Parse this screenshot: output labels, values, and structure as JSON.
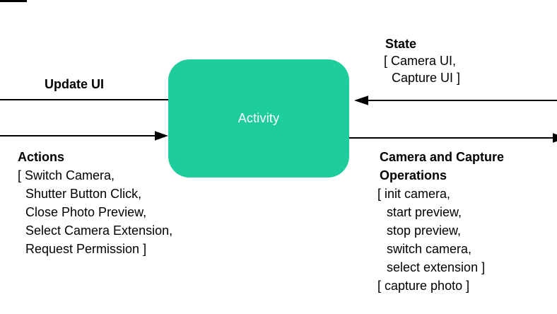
{
  "colors": {
    "background": "#ffffff",
    "box_fill": "#1ECD9B",
    "box_text": "#ffffff",
    "line": "#000000",
    "text": "#000000"
  },
  "box": {
    "label": "Activity"
  },
  "left": {
    "update_ui_label": "Update UI",
    "actions": {
      "title": "Actions",
      "lines": [
        "[ Switch Camera,",
        "Shutter Button Click,",
        "Close Photo Preview,",
        "Select Camera Extension,",
        "Request Permission ]"
      ]
    }
  },
  "right": {
    "state": {
      "title": "State",
      "lines": [
        "[ Camera UI,",
        "Capture UI ]"
      ]
    },
    "operations": {
      "title_line1": "Camera and Capture",
      "title_line2": "Operations",
      "lines": [
        "[ init camera,",
        "start preview,",
        "stop preview,",
        "switch camera,",
        "select extension ]",
        "[ capture photo ]"
      ]
    }
  }
}
